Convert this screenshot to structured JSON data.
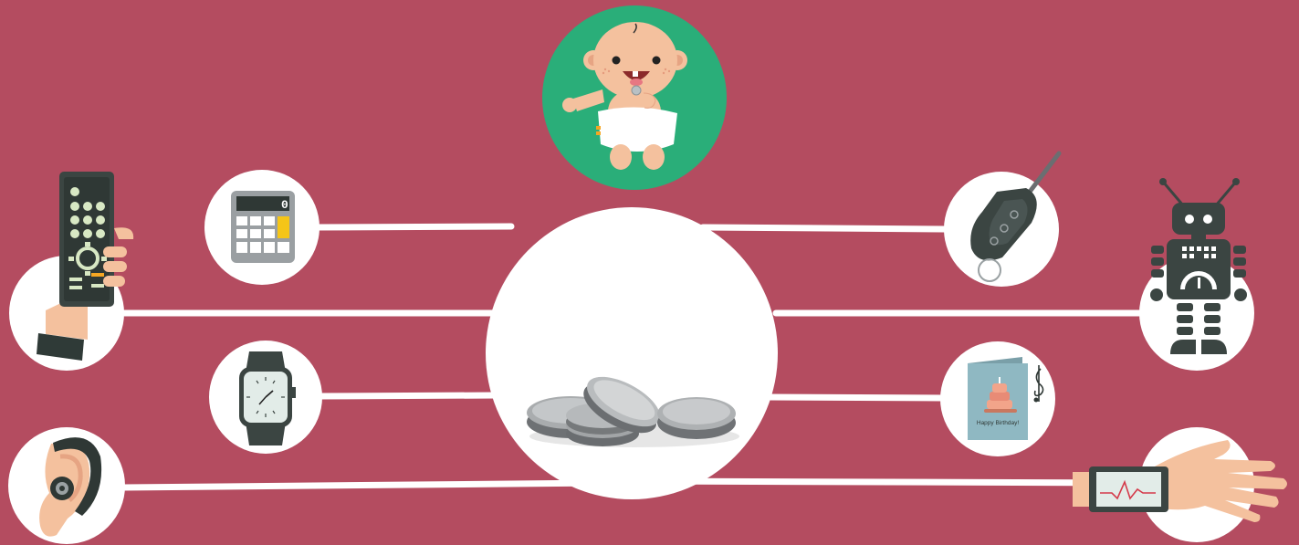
{
  "colors": {
    "background": "#b44c60",
    "node_fill": "#ffffff",
    "connector": "#ffffff",
    "baby_circle": "#2aae79",
    "dark_device": "#3b4542",
    "skin": "#f4c19e",
    "battery_silver": "#9fa2a3"
  },
  "center": {
    "name": "coin-cell-batteries",
    "icon": "coin-battery-icon"
  },
  "hero": {
    "name": "baby",
    "icon": "baby-swallowing-battery-icon"
  },
  "devices": [
    {
      "name": "tv-remote",
      "icon": "remote-control-icon",
      "side": "left"
    },
    {
      "name": "calculator",
      "icon": "calculator-icon",
      "side": "left",
      "display": "0"
    },
    {
      "name": "smartwatch",
      "icon": "watch-icon",
      "side": "left"
    },
    {
      "name": "hearing-aid",
      "icon": "hearing-aid-icon",
      "side": "left"
    },
    {
      "name": "car-key",
      "icon": "car-key-fob-icon",
      "side": "right"
    },
    {
      "name": "toy-robot",
      "icon": "robot-icon",
      "side": "right"
    },
    {
      "name": "greeting-card",
      "icon": "musical-birthday-card-icon",
      "side": "right",
      "text": "Happy Birthday!"
    },
    {
      "name": "health-monitor",
      "icon": "wrist-heart-monitor-icon",
      "side": "right"
    }
  ]
}
